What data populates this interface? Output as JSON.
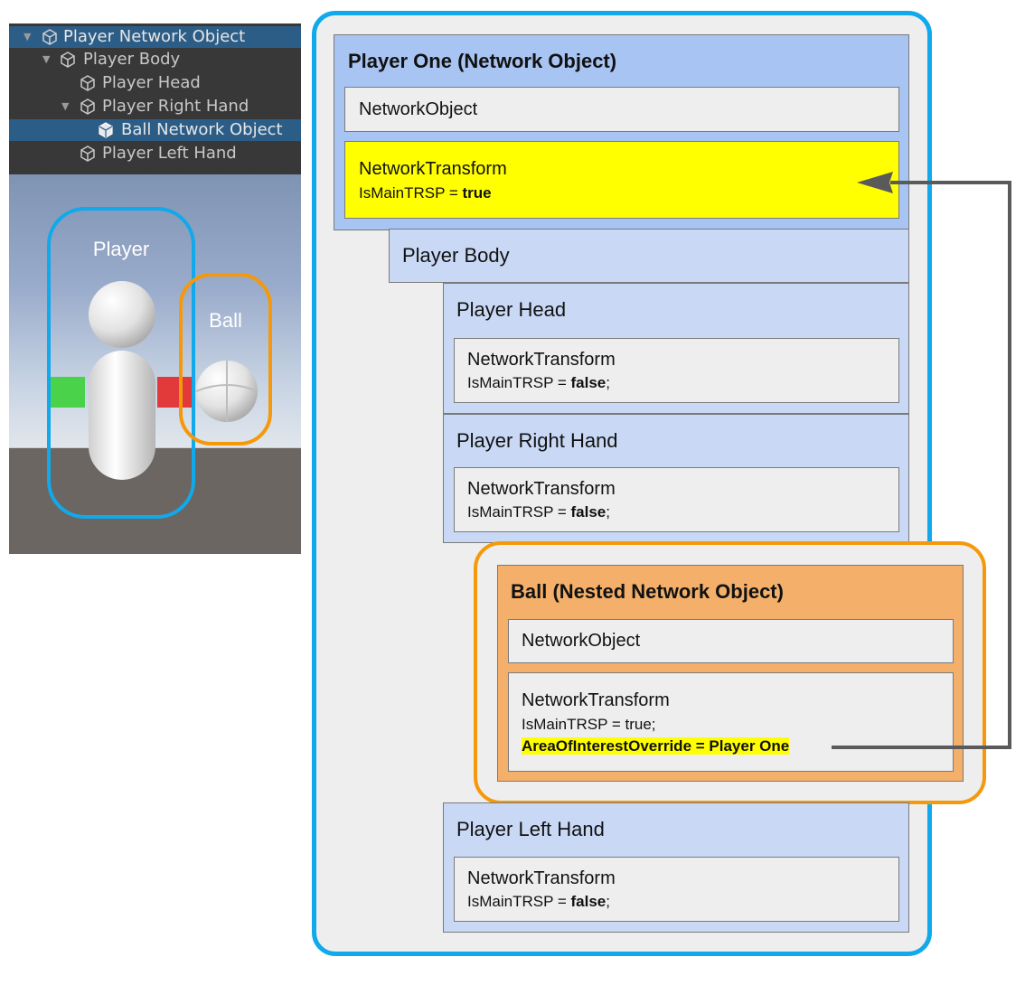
{
  "hierarchy": {
    "items": [
      {
        "label": "Player Network Object",
        "selected": true
      },
      {
        "label": "Player Body",
        "selected": false
      },
      {
        "label": "Player Head",
        "selected": false
      },
      {
        "label": "Player Right Hand",
        "selected": false
      },
      {
        "label": "Ball Network Object",
        "selected": true
      },
      {
        "label": "Player Left Hand",
        "selected": false
      }
    ]
  },
  "scene": {
    "player_label": "Player",
    "ball_label": "Ball"
  },
  "colors": {
    "player_outline": "#10a9ec",
    "ball_outline": "#f5990a",
    "network_object_fill": "#a8c4f2",
    "child_fill": "#c9d9f5",
    "highlight": "#ffff00",
    "nested_fill": "#f4b06a"
  },
  "diagram": {
    "player_one": {
      "title": "Player One (Network Object)",
      "network_object": "NetworkObject",
      "network_transform": "NetworkTransform",
      "ismain_prefix": "IsMainTRSP = ",
      "ismain_value": "true"
    },
    "body": {
      "title": "Player Body"
    },
    "head": {
      "title": "Player Head",
      "network_transform": "NetworkTransform",
      "ismain_prefix": "IsMainTRSP = ",
      "ismain_value": "false",
      "suffix": ";"
    },
    "right_hand": {
      "title": "Player Right Hand",
      "network_transform": "NetworkTransform",
      "ismain_prefix": "IsMainTRSP = ",
      "ismain_value": "false",
      "suffix": ";"
    },
    "ball": {
      "title": "Ball (Nested Network Object)",
      "network_object": "NetworkObject",
      "network_transform": "NetworkTransform",
      "ismain_line": "IsMainTRSP = true;",
      "override_line": "AreaOfInterestOverride = Player One"
    },
    "left_hand": {
      "title": "Player Left Hand",
      "network_transform": "NetworkTransform",
      "ismain_prefix": "IsMainTRSP = ",
      "ismain_value": "false",
      "suffix": ";"
    }
  }
}
